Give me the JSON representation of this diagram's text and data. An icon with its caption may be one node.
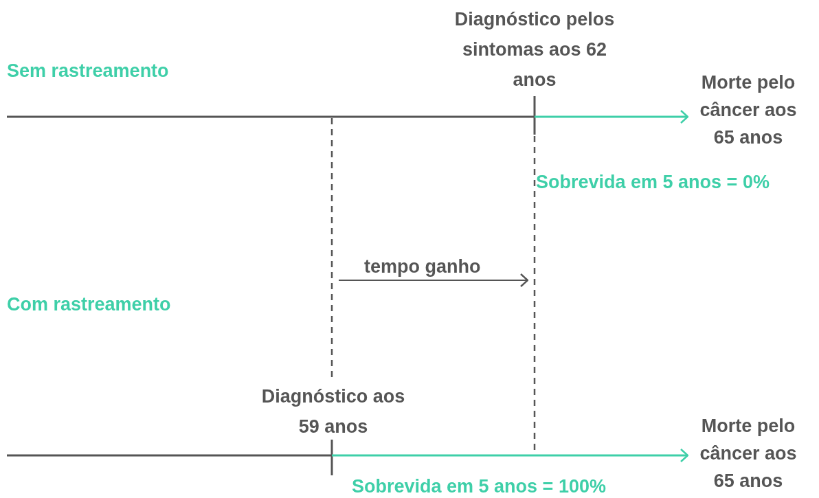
{
  "diagram": {
    "nodes": [
      {
        "text": [
          "Morte pelo câncer aos 65 anos"
        ]
      },
      {
        "text": [
          "Morte pelo câncer aos 65 anos"
        ]
      }
    ],
    "edges": [
      {
        "from": null,
        "to": 0,
        "arrow": "to",
        "color": "#3ecfa8"
      },
      {
        "from": null,
        "to": 1,
        "arrow": "to",
        "color": "#3ecfa8"
      }
    ],
    "labels": [
      "Sem rastreamento",
      "Diagnóstico pelos sintomas aos 62 anos",
      "Sobrevida em 5 anos = 0%",
      "tempo ganho",
      "Com rastreamento",
      "Diagnóstico aos 59 anos",
      "Sobrevida em 5 anos = 100%"
    ]
  }
}
